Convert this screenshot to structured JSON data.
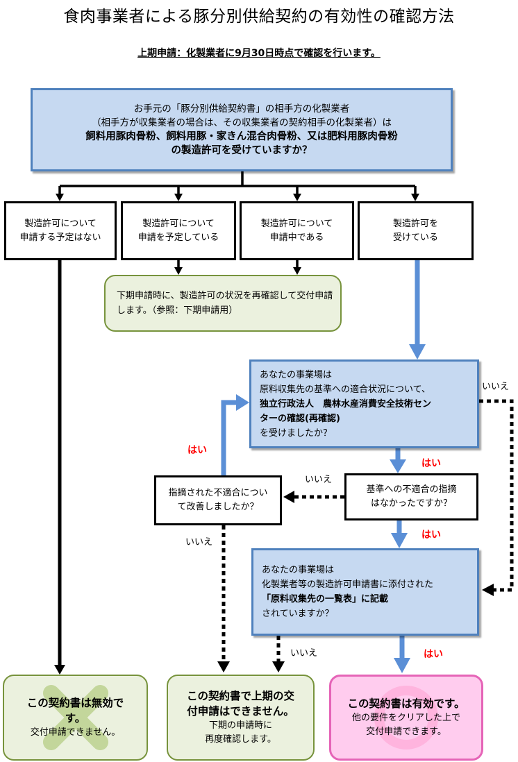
{
  "title": "食肉事業者による豚分別供給契約の有効性の確認方法",
  "subtitle": "上期申請：化製業者に9月30日時点で確認を行います。",
  "top_question": {
    "line1": "お手元の「豚分別供給契約書」の相手方の化製業者",
    "line2": "（相手方が収集業者の場合は、その収集業者の契約相手の化製業者）は",
    "line3": "飼料用豚肉骨粉、飼料用豚・家きん混合肉骨粉、又は肥料用豚肉骨粉",
    "line4": "の製造許可を受けていますか？"
  },
  "options": [
    {
      "line1": "製造許可について",
      "line2": "申請する予定はない"
    },
    {
      "line1": "製造許可について",
      "line2": "申請を予定している"
    },
    {
      "line1": "製造許可について",
      "line2": "申請中である"
    },
    {
      "line1": "製造許可を",
      "line2": "受けている"
    }
  ],
  "recheck_note": "下期申請時に、製造許可の状況を再確認して交付申請します。（参照：下期申請用）",
  "question_inspection": {
    "line1": "あなたの事業場は",
    "line2": "原料収集先の基準への適合状況について、",
    "line3": "独立行政法人　農林水産消費安全技術セン",
    "line4": "ターの確認(再確認)",
    "line5": "を受けましたか？"
  },
  "question_noncompliance": {
    "line1": "基準への不適合の指摘",
    "line2": "はなかったですか？"
  },
  "question_fixed": {
    "line1": "指摘された不適合につい",
    "line2": "て改善しましたか？"
  },
  "question_list": {
    "line1": "あなたの事業場は",
    "line2": "化製業者等の製造許可申請書に添付された",
    "line3": "「原料収集先の一覧表」に記載",
    "line4": "されていますか？"
  },
  "labels": {
    "yes": "はい",
    "no": "いいえ"
  },
  "results": {
    "invalid": {
      "line1": "この契約書は無効で",
      "line2": "す。",
      "sub": "交付申請できません。"
    },
    "not_this_half": {
      "line1": "この契約書で上期の交",
      "line2": "付申請はできません。",
      "sub1": "下期の申請時に",
      "sub2": "再度確認します。"
    },
    "valid": {
      "line1": "この契約書は有効です。",
      "sub1": "他の要件をクリアした上で",
      "sub2": "交付申請できます。"
    }
  },
  "colors": {
    "blue_box_fill": "#c6d9f1",
    "blue_box_border": "#4f81bd",
    "blue_arrow": "#5b8fd6",
    "green_fill": "#ebf1de",
    "green_border": "#77933c",
    "pink_fill": "#ffccee",
    "pink_border": "#e564b7",
    "yes_label": "#ff0000"
  }
}
